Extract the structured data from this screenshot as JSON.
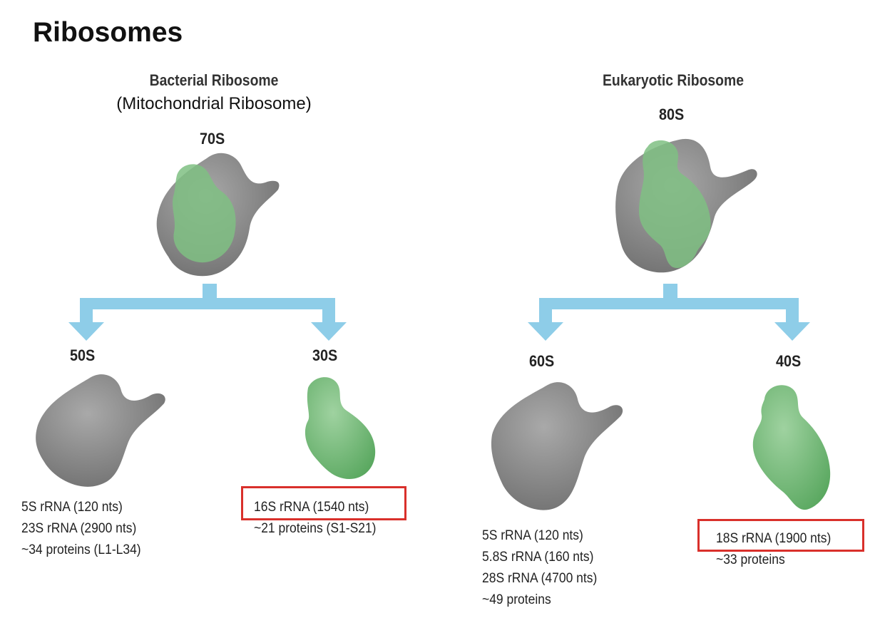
{
  "title": "Ribosomes",
  "colors": {
    "arrow": "#8ecde8",
    "large_subunit": "#858585",
    "small_subunit": "#7fbf82",
    "highlight": "#d9302b"
  },
  "bacterial": {
    "heading": "Bacterial Ribosome",
    "subheading": "(Mitochondrial Ribosome)",
    "whole": "70S",
    "large": {
      "label": "50S",
      "components": [
        "5S rRNA (120 nts)",
        "23S rRNA (2900 nts)",
        "~34 proteins (L1-L34)"
      ]
    },
    "small": {
      "label": "30S",
      "highlighted": "16S rRNA (1540 nts)",
      "components": [
        "~21 proteins (S1-S21)"
      ]
    }
  },
  "eukaryotic": {
    "heading": "Eukaryotic Ribosome",
    "whole": "80S",
    "large": {
      "label": "60S",
      "components": [
        "5S rRNA (120 nts)",
        "5.8S rRNA (160 nts)",
        "28S rRNA (4700 nts)",
        "~49 proteins"
      ]
    },
    "small": {
      "label": "40S",
      "highlighted": "18S rRNA (1900 nts)",
      "components": [
        "~33 proteins"
      ]
    }
  }
}
